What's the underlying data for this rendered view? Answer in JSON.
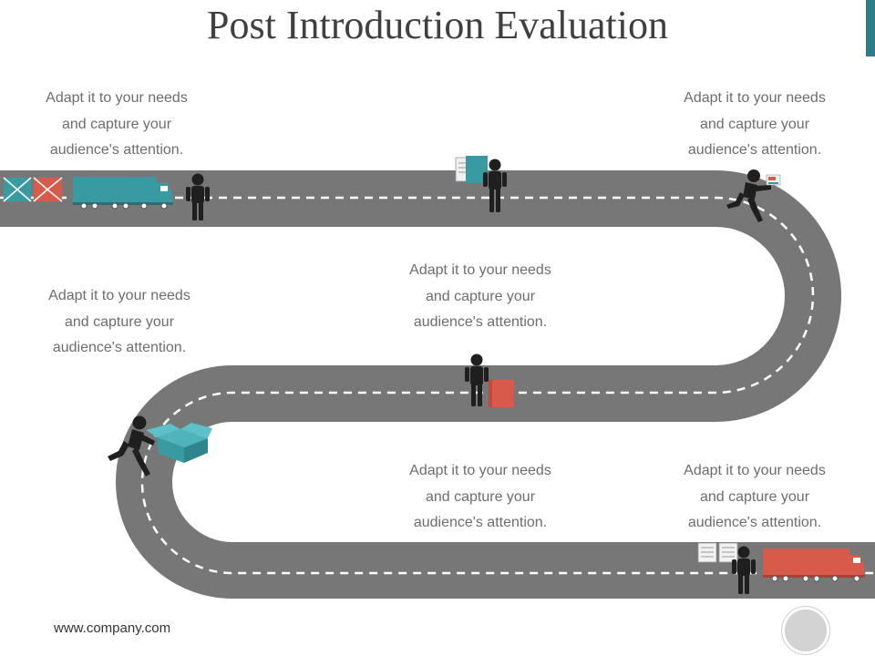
{
  "title": "Post Introduction Evaluation",
  "captions": [
    "Adapt it to your needs\nand capture your\naudience's attention.",
    "Adapt it to your needs\nand capture your\naudience's attention.",
    "Adapt it to your needs\nand capture your\naudience's attention.",
    "Adapt it to your needs\nand capture your\naudience's attention.",
    "Adapt it to your needs\nand capture your\naudience's attention.",
    "Adapt it to your needs\nand capture your\naudience's attention."
  ],
  "footer": {
    "url": "www.company.com"
  },
  "colors": {
    "road": "#777777",
    "lane": "#ffffff",
    "teal": "#3a9aa2",
    "red": "#d85a4a",
    "figure": "#1f1f1f",
    "text": "#6d6d6d",
    "accent": "#2e7d86"
  },
  "icons": [
    "truck-icon",
    "person-icon",
    "running-person-icon",
    "box-icon",
    "document-icon",
    "package-icon"
  ]
}
